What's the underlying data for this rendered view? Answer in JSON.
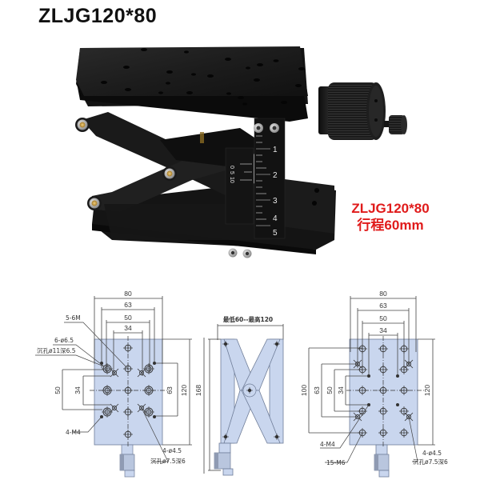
{
  "header": {
    "title": "ZLJG120*80"
  },
  "photo": {
    "description": "Black anodized manual scissor lift Z-axis stage with knurled adjustment knob and vernier scale",
    "scale_main_ticks": [
      "1",
      "2",
      "3",
      "4",
      "5"
    ],
    "vernier_ticks": [
      "0",
      "5",
      "10"
    ],
    "overlay": {
      "model": "ZLJG120*80",
      "stroke": "行程60mm"
    },
    "colors": {
      "overlay_text": "#e01b1b",
      "body": "#151515"
    }
  },
  "drawings": {
    "top_view": {
      "widths": [
        "80",
        "63",
        "50",
        "34"
      ],
      "heights": [
        "50",
        "34",
        "63",
        "120",
        "168"
      ],
      "callouts": {
        "threaded_center": "5-6M",
        "through_holes": "6-ø6.5",
        "counterbore_top": "沉孔ø11深6.5",
        "mount_threads": "4-M4",
        "small_holes": "4-ø4.5",
        "counterbore_bottom": "沉孔ø7.5深6"
      }
    },
    "side_view": {
      "height_range": "最低60--最高120"
    },
    "bottom_view": {
      "widths": [
        "80",
        "63",
        "50",
        "34"
      ],
      "heights": [
        "100",
        "63",
        "50",
        "34",
        "120"
      ],
      "callouts": {
        "mount_threads": "4-M4",
        "threaded_grid": "15-M6",
        "small_holes": "4-ø4.5",
        "counterbore": "沉孔ø7.5深6"
      }
    },
    "colors": {
      "plate_fill": "#c9d6ee",
      "line": "#444444"
    }
  }
}
